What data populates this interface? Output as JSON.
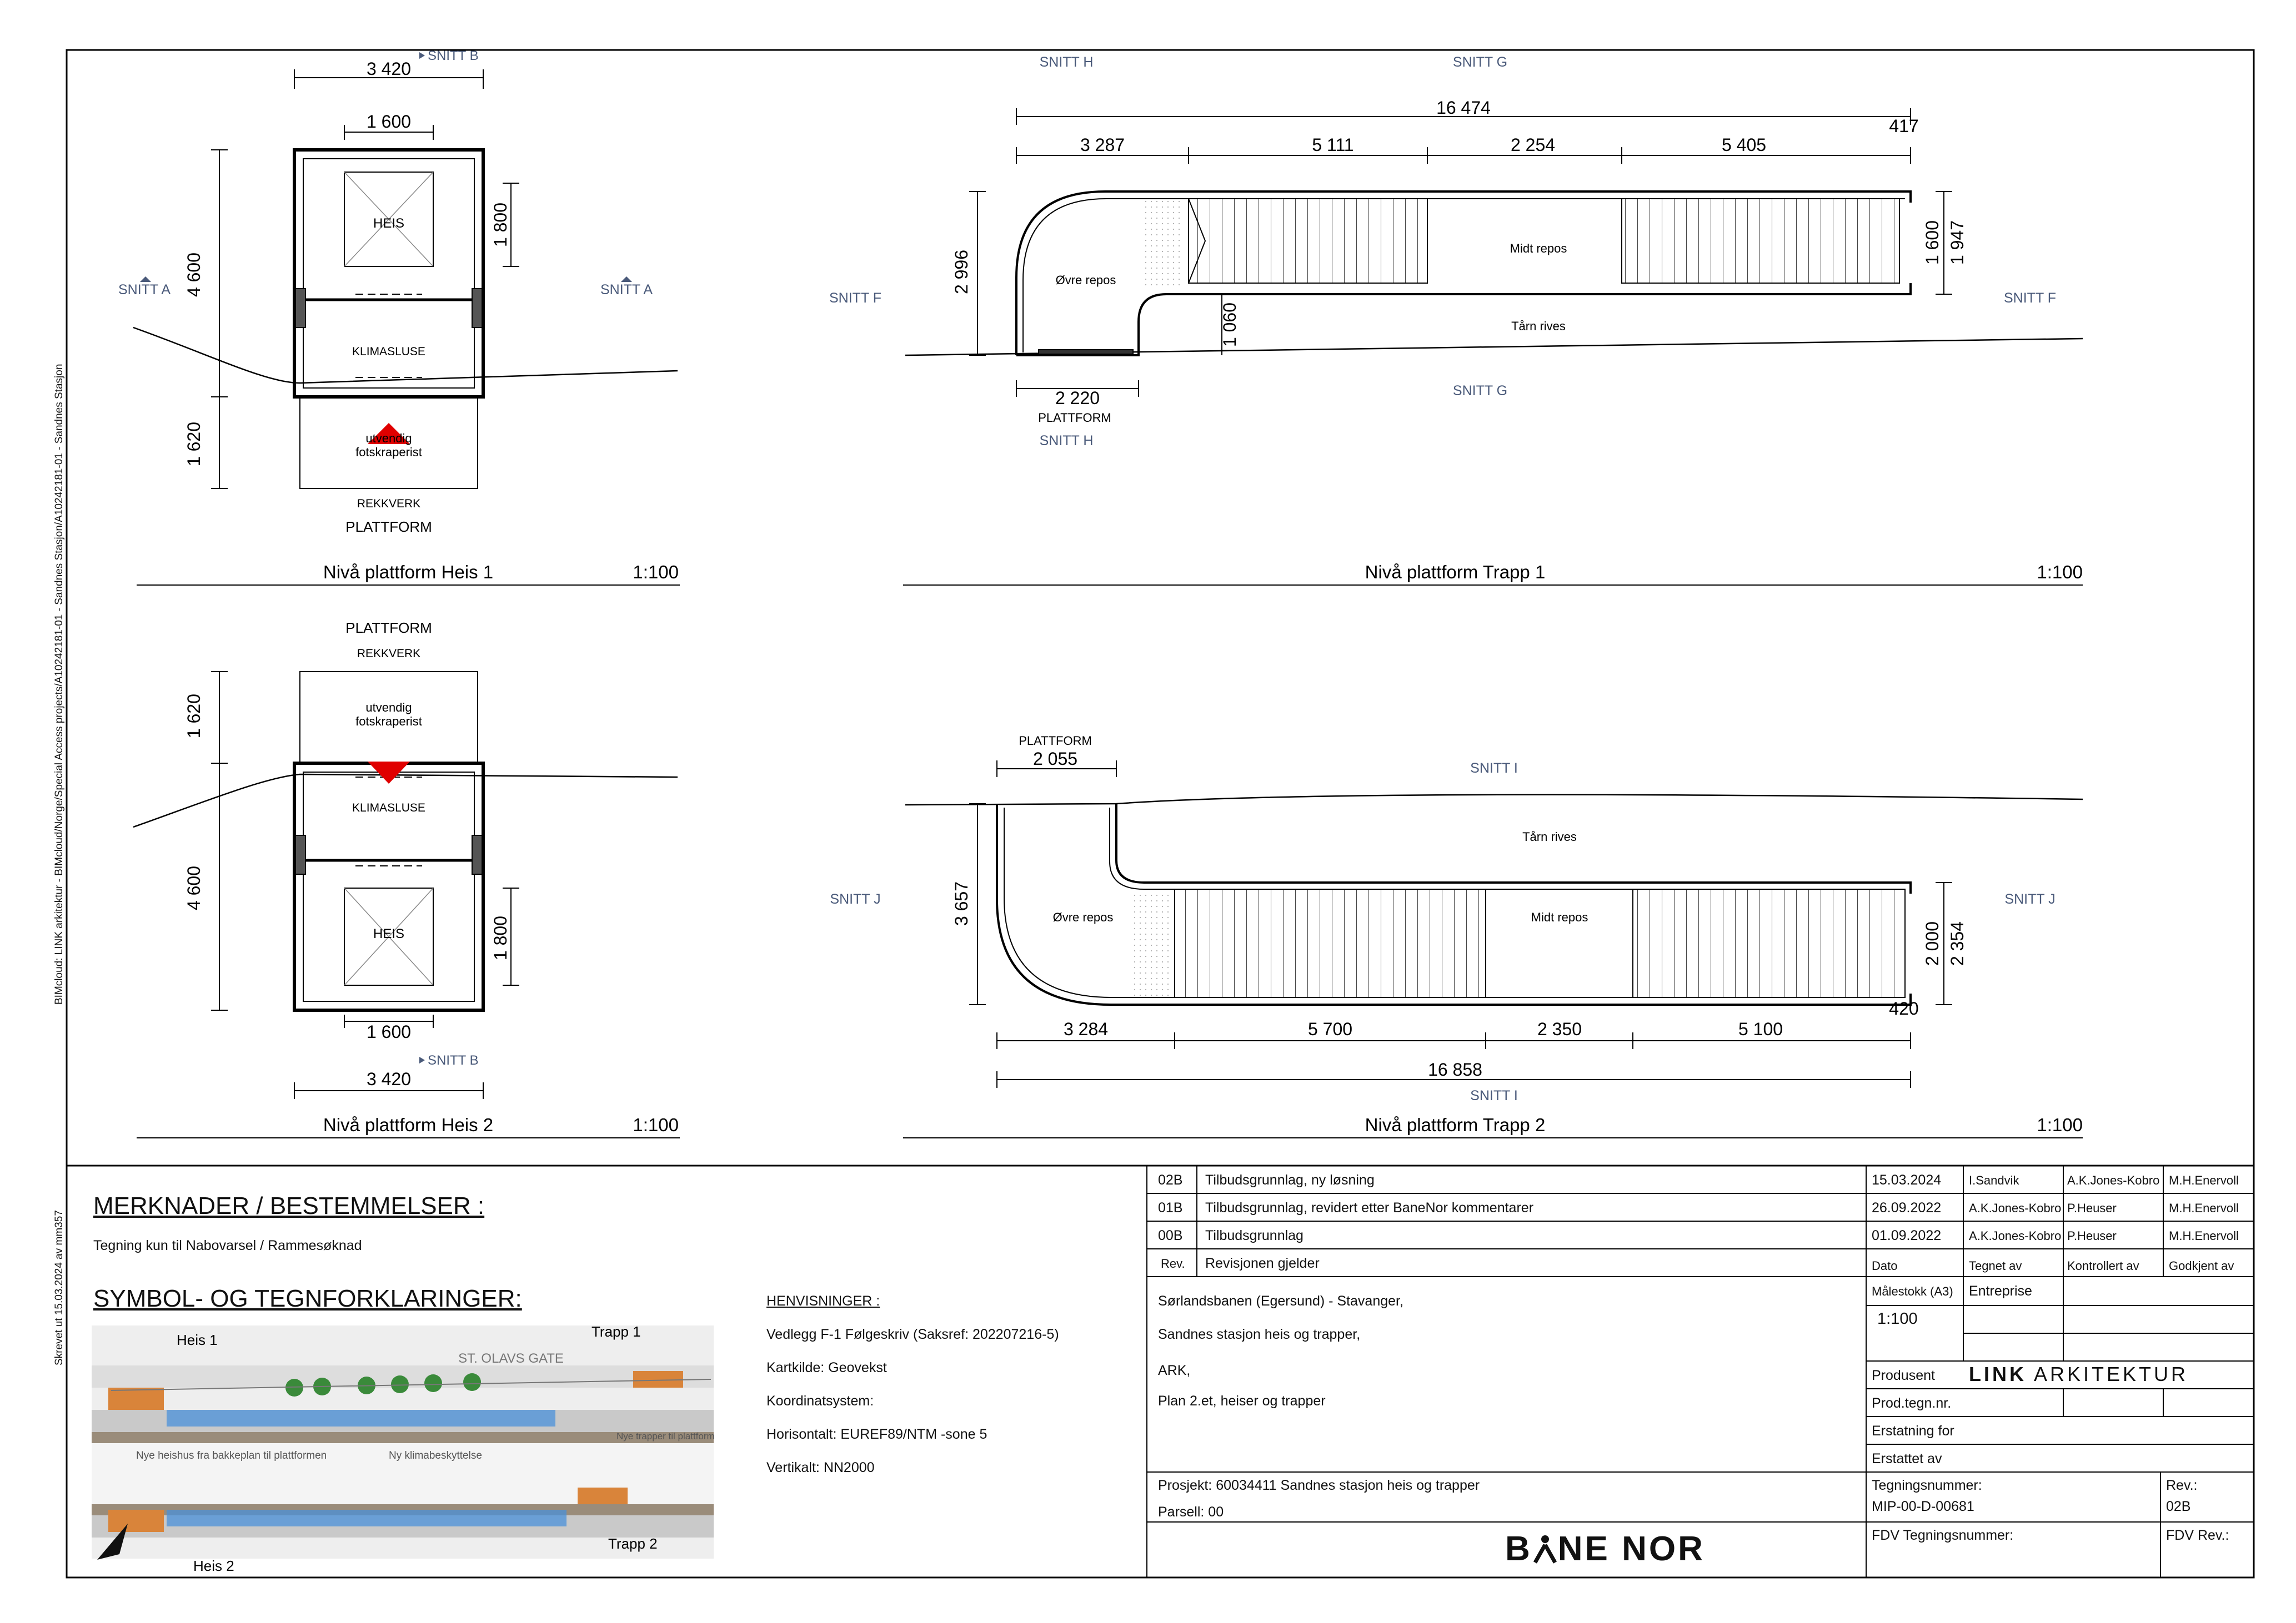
{
  "sidebar": {
    "path": "BIMcloud: LINK arkitektur - BIMcloud/Norge/Special Access projects/A10242181-01 - Sandnes Stasjon/A10242181-01 - Sandnes Stasjon",
    "printed": "Skrevet ut 15.03.2024 av mm357"
  },
  "views": {
    "heis1": {
      "title": "Nivå plattform Heis 1",
      "scale": "1:100",
      "dims": {
        "w_total": "3 420",
        "w_inner": "1 600",
        "h_total": "4 600",
        "h_right": "1 800",
        "h_lower": "1 620"
      },
      "labels": {
        "heis": "HEIS",
        "klimasluse": "KLIMASLUSE",
        "scraper_1": "utvendig",
        "scraper_2": "fotskraperist",
        "rekkverk": "REKKVERK",
        "plattform": "PLATTFORM"
      },
      "sections": {
        "top": "SNITT B",
        "left": "SNITT A",
        "right": "SNITT A"
      }
    },
    "heis2": {
      "title": "Nivå plattform Heis 2",
      "scale": "1:100",
      "dims": {
        "w_total": "3 420",
        "w_inner": "1 600",
        "h_total": "4 600",
        "h_right": "1 800",
        "h_upper": "1 620"
      },
      "labels": {
        "heis": "HEIS",
        "klimasluse": "KLIMASLUSE",
        "scraper_1": "utvendig",
        "scraper_2": "fotskraperist",
        "rekkverk": "REKKVERK",
        "plattform": "PLATTFORM"
      },
      "sections": {
        "bottom": "SNITT B"
      }
    },
    "trapp1": {
      "title": "Nivå plattform Trapp 1",
      "scale": "1:100",
      "dims": {
        "total": "16 474",
        "d1": "3 287",
        "d2": "5 111",
        "d3": "2 254",
        "d4": "5 405",
        "end": "417",
        "h_left": "2 996",
        "h_r1": "1 600",
        "h_r2": "1 947",
        "h_mid": "1 060",
        "bottom": "2 220"
      },
      "labels": {
        "ovre": "Øvre repos",
        "midt": "Midt repos",
        "tarn": "Tårn rives",
        "plattform": "PLATTFORM"
      },
      "sections": {
        "h": "SNITT H",
        "g": "SNITT G",
        "f": "SNITT F"
      }
    },
    "trapp2": {
      "title": "Nivå plattform Trapp 2",
      "scale": "1:100",
      "dims": {
        "total": "16 858",
        "d1": "3 284",
        "d2": "5 700",
        "d3": "2 350",
        "d4": "5 100",
        "end": "420",
        "h_left": "3 657",
        "h_r1": "2 000",
        "h_r2": "2 354",
        "top": "2 055"
      },
      "labels": {
        "ovre": "Øvre repos",
        "midt": "Midt repos",
        "tarn": "Tårn rives",
        "plattform": "PLATTFORM"
      },
      "sections": {
        "i": "SNITT I",
        "j": "SNITT J"
      }
    }
  },
  "notes": {
    "heading": "MERKNADER / BESTEMMELSER :",
    "text": "Tegning kun til Nabovarsel / Rammesøknad",
    "symbols_heading": "SYMBOL- OG TEGNFORKLARINGER:",
    "henvisninger_heading": "HENVISNINGER :",
    "henvisninger": [
      "Vedlegg F-1 Følgeskriv (Saksref: 202207216-5)",
      "Kartkilde: Geovekst",
      "Koordinatsystem:",
      "Horisontalt: EUREF89/NTM -sone 5",
      "Vertikalt: NN2000"
    ]
  },
  "keymap": {
    "heis1": "Heis 1",
    "trapp1": "Trapp 1",
    "heis2": "Heis 2",
    "trapp2": "Trapp 2",
    "street": "ST. OLAVS GATE",
    "note1": "Nye heishus fra bakkeplan til plattformen",
    "note2": "Ny klimabeskyttelse",
    "note3": "Nye trapper til plattform",
    "colors": {
      "green": "#3a8a3a",
      "blue": "#4a90d9",
      "orange": "#d9843a",
      "track": "#9a8c7a"
    }
  },
  "revisions": {
    "rows": [
      {
        "rev": "02B",
        "desc": "Tilbudsgrunnlag, ny løsning",
        "date": "15.03.2024",
        "drawn": "I.Sandvik",
        "checked": "A.K.Jones-Kobro",
        "approved": "M.H.Enervoll"
      },
      {
        "rev": "01B",
        "desc": "Tilbudsgrunnlag, revidert etter BaneNor kommentarer",
        "date": "26.09.2022",
        "drawn": "A.K.Jones-Kobro",
        "checked": "P.Heuser",
        "approved": "M.H.Enervoll"
      },
      {
        "rev": "00B",
        "desc": "Tilbudsgrunnlag",
        "date": "01.09.2022",
        "drawn": "A.K.Jones-Kobro",
        "checked": "P.Heuser",
        "approved": "M.H.Enervoll"
      }
    ],
    "header": {
      "rev": "Rev.",
      "desc": "Revisjonen gjelder",
      "date": "Dato",
      "drawn": "Tegnet av",
      "checked": "Kontrollert av",
      "approved": "Godkjent av"
    }
  },
  "titleblock": {
    "line1": "Sørlandsbanen (Egersund) - Stavanger,",
    "line2": "Sandnes stasjon heis og trapper,",
    "line3": "ARK,",
    "line4": "Plan 2.et, heiser og trapper",
    "scale_label": "Målestokk (A3)",
    "scale": "1:100",
    "entreprise_label": "Entreprise",
    "produsent_label": "Produsent",
    "produsent_bold": "LINK",
    "produsent_rest": "ARKITEKTUR",
    "prodnr_label": "Prod.tegn.nr.",
    "erstatning_label": "Erstatning for",
    "erstattet_label": "Erstattet av",
    "prosjekt": "Prosjekt: 60034411 Sandnes stasjon heis og trapper",
    "parsell": "Parsell: 00",
    "tegningsnummer_label": "Tegningsnummer:",
    "tegningsnummer": "MIP-00-D-00681",
    "rev_label": "Rev.:",
    "rev": "02B",
    "fdv_label": "FDV Tegningsnummer:",
    "fdv_rev_label": "FDV Rev.:",
    "logo_a": "B",
    "logo_b": "NE NOR"
  }
}
